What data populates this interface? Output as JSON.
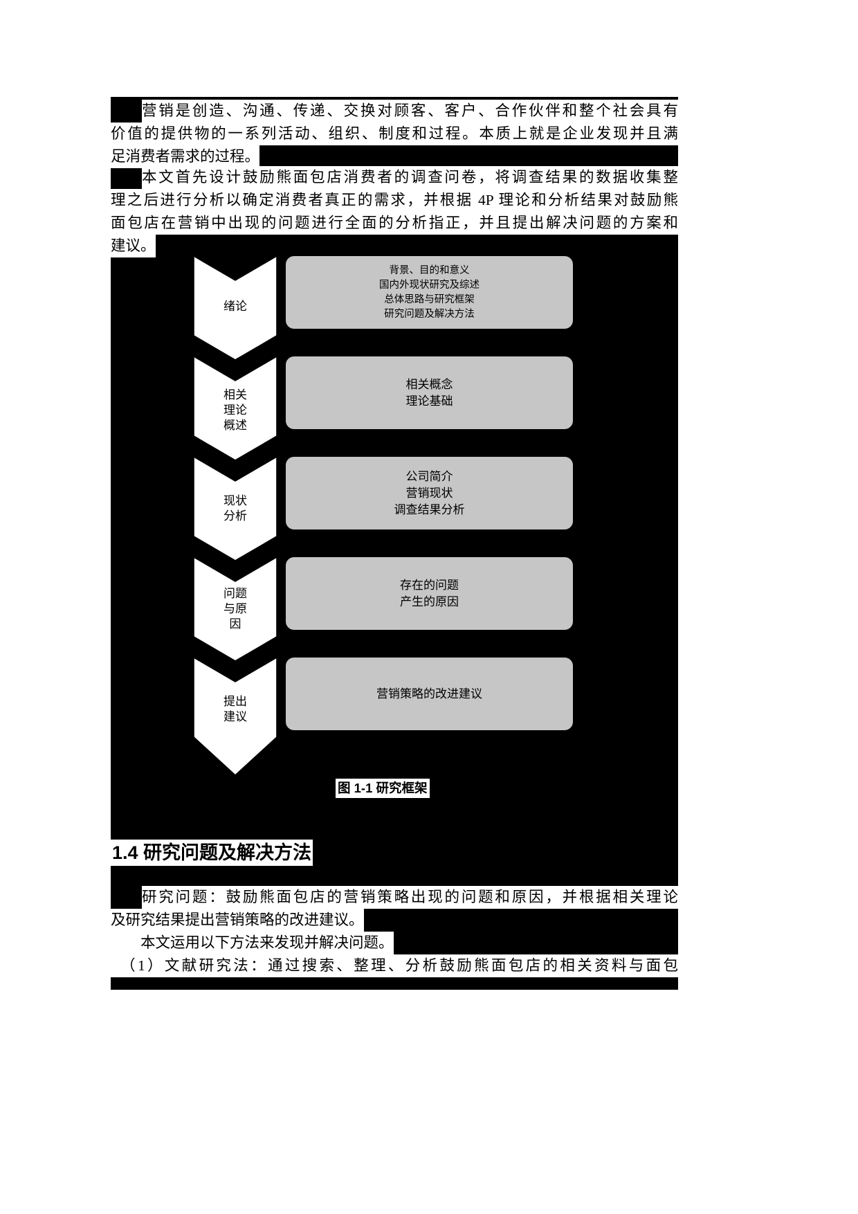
{
  "document": {
    "paragraphs_top": [
      {
        "id": "p1",
        "lines": [
          "营销是创造、沟通、传递、交换对顾客、客户、合作伙伴和整个社会具有",
          "价值的提供物的一系列活动、组织、制度和过程。本质上就是企业发现并且满",
          "足消费者需求的过程。"
        ],
        "indent_first": true
      },
      {
        "id": "p2",
        "lines": [
          "本文首先设计鼓励熊面包店消费者的调查问卷，将调查结果的数据收集整",
          "理之后进行分析以确定消费者真正的需求，并根据 4P 理论和分析结果对鼓励熊",
          "面包店在营销中出现的问题进行全面的分析指正，并且提出解决问题的方案和",
          "建议。"
        ],
        "indent_first": true
      }
    ],
    "figure": {
      "caption": "图 1-1 研究框架",
      "stages": [
        {
          "label": "绪论",
          "label_lines": [
            "绪论"
          ],
          "items": [
            "背景、目的和意义",
            "国内外现状研究及综述",
            "总体思路与研究框架",
            "研究问题及解决方法"
          ]
        },
        {
          "label": "相关理论概述",
          "label_lines": [
            "相关",
            "理论",
            "概述"
          ],
          "items": [
            "相关概念",
            "理论基础"
          ]
        },
        {
          "label": "现状分析",
          "label_lines": [
            "现状",
            "分析"
          ],
          "items": [
            "公司简介",
            "营销现状",
            "调查结果分析"
          ]
        },
        {
          "label": "问题与原因",
          "label_lines": [
            "问题",
            "与原",
            "因"
          ],
          "items": [
            "存在的问题",
            "产生的原因"
          ]
        },
        {
          "label": "提出建议",
          "label_lines": [
            "提出",
            "建议"
          ],
          "items": [
            "营销策略的改进建议"
          ]
        }
      ],
      "colors": {
        "chevron_fill": "#ffffff",
        "chevron_stroke": "#000000",
        "box_fill": "#c6c6c6",
        "page_background": "#000000",
        "text": "#000000"
      }
    },
    "section_heading": "1.4 研究问题及解决方法",
    "paragraphs_bottom": [
      {
        "id": "p3",
        "lines": [
          "研究问题：鼓励熊面包店的营销策略出现的问题和原因，并根据相关理论",
          "及研究结果提出营销策略的改进建议。"
        ],
        "indent_first": true
      },
      {
        "id": "p4",
        "lines": [
          "本文运用以下方法来发现并解决问题。"
        ],
        "indent_first": true
      },
      {
        "id": "p5",
        "lines": [
          "（1）文献研究法：通过搜索、整理、分析鼓励熊面包店的相关资料与面包"
        ],
        "indent_first": false
      }
    ]
  }
}
